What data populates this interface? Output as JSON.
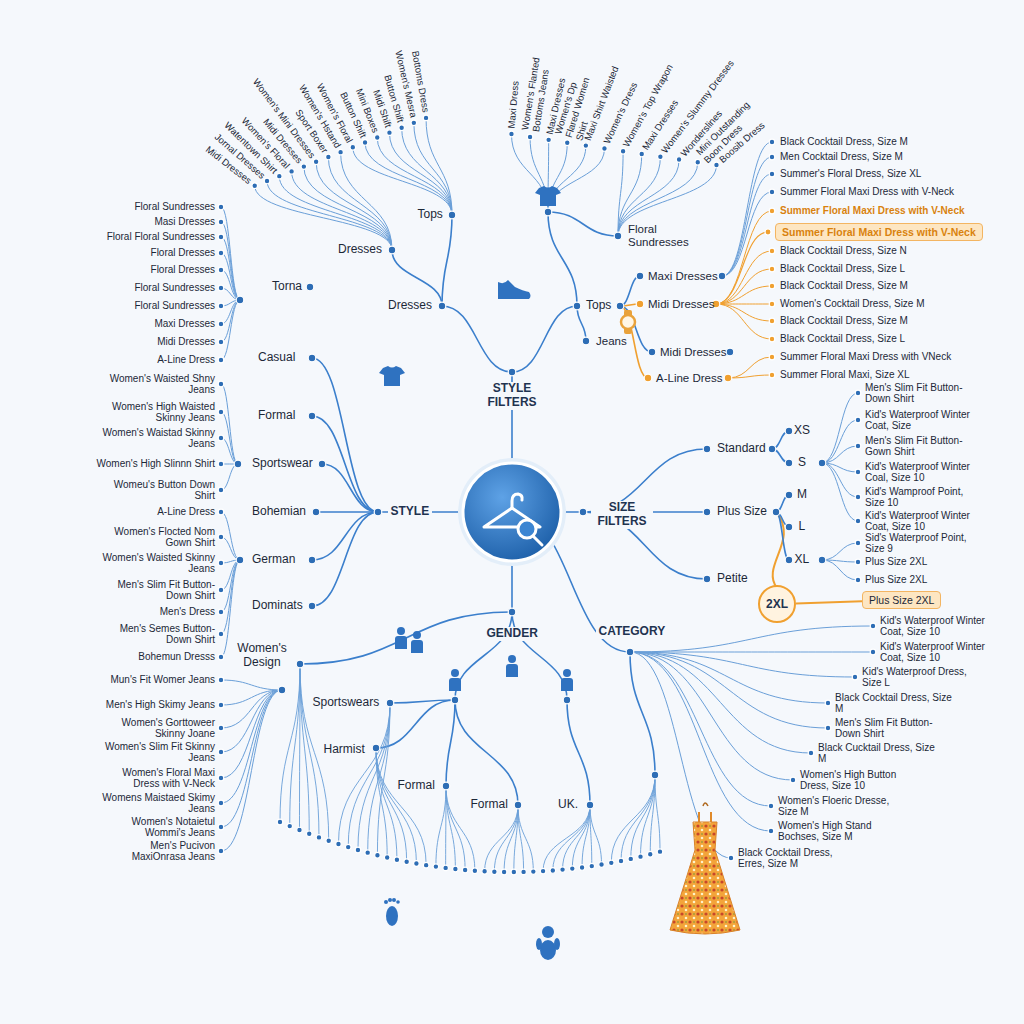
{
  "diagram": {
    "nodes": [
      {
        "text": [
          "Summer Floral Maxi Dress with V-Neck"
        ]
      },
      {
        "text": [
          "2XL"
        ]
      },
      {
        "text": [
          "Plus Size 2XL"
        ]
      }
    ],
    "edges": [
      {
        "from": 1,
        "to": 2,
        "arrow": "none"
      }
    ],
    "labels": [
      "Midi Dresses",
      "Jornal Dresses",
      "Watentown Shirt",
      "Women's Floral",
      "Midi Dresses",
      "Women's Mini Dresses",
      "Sport Boxer",
      "Women's Hstand",
      "Women's Floral",
      "Button Shift",
      "Mini Boxes",
      "Midi Shift",
      "Button Shift",
      "Women's Mesra",
      "Bottoms Dress",
      "Maxi Dress",
      "Women's Flanted Bottoms Jeans",
      "Maxi Dresses",
      "Women's Dp Flared Women Shirt",
      "Maxi Shirt Waisted",
      "Women's Dress",
      "Women's Top Wrapon",
      "Maxi Dresses",
      "Women's Slummy Dresses",
      "Wonderslines",
      "Mini Outstanding Boon Dress",
      "Boosib Dress",
      "Tops",
      "Dresses",
      "Torna",
      "Dresses",
      "Floral Sundresses",
      "Maxi Dresses",
      "Midi Dresses",
      "Tops",
      "Jeans",
      "Midi Dresses",
      "A-Line Dress",
      "STYLE FILTERS",
      "Casual",
      "Formal",
      "Sportswear",
      "Bohemian",
      "STYLE",
      "German",
      "Dominats",
      "SIZE FILTERS",
      "Standard",
      "Plus Size",
      "Petite",
      "XS",
      "S",
      "M",
      "L",
      "XL",
      "GENDER",
      "CATEGORY",
      "Women's Design",
      "Sportswears",
      "Harmist",
      "Formal",
      "Formal",
      "UK.",
      "Floral Sundresses",
      "Masi Dresses",
      "Floral Floral Sundresses",
      "Floral Dresses",
      "Floral Dresses",
      "Floral Sundresses",
      "Floral Sundresses",
      "Maxi Dresses",
      "Midi Dresses",
      "A-Line Dress",
      "Women's Waisted Shny Jeans",
      "Women's High Waisted Skinny Jeans",
      "Women's Waistad Skinny Jeans",
      "Women's High Slinnn Shirt",
      "Womeu's Button Down Shirt",
      "A-Line Dress",
      "Women's Flocted Nom Gown Shirt",
      "Women's Waisted Skinny Jeans",
      "Men's Slim Fit Button-Down Shirt",
      "Men's Dress",
      "Men's Semes Button-Down Shirt",
      "Bohemun Dresss",
      "Mun's Fit Womer Jeans",
      "Men's High Skimy Jeans",
      "Women's Gorttoweer Skinny Joane",
      "Women's Slim Fit Skinny Jeans",
      "Women's Floral Maxi Dress with V-Neck",
      "Womens Maistaed Skimy Jeans",
      "Women's Notaietul Wommi's Jeans",
      "Men's Pucivon MaxiOnrasa Jeans",
      "Black Cocktail Dress, Size M",
      "Men Cocktail Dress, Size M",
      "Summer's Floral Dress, Size XL",
      "Summer Floral Maxi Dress with V-Neck",
      "Summer Floral Maxi Dress with V-Neck",
      "Black Cocktail Dress, Size N",
      "Black Cocktail Dress, Size L",
      "Black Cocktail Dress, Size M",
      "Women's Cocktail Dress, Size M",
      "Black Cocktail Dress, Size M",
      "Black Cocktail Dress, Size L",
      "Summer Floral Maxi Dress with VNeck",
      "Summer Floral Maxi, Size XL",
      "Men's Slim Fit Button-Down Shirt",
      "Kid's Waterproof Winter Coat, Size",
      "Men's Slim Fit Button-Gown Shirt",
      "Kid's Waterproof Winter Coal, Size 10",
      "Kid's Wamproof Point, Size 10",
      "Kid's Waterproof Winter Coat, Size 10",
      "Sid's Waterproof Point, Size 9",
      "Plus Size 2XL",
      "Plus Size 2XL",
      "Kid's Waterproof Winter Coat, Size 10",
      "Kid's Waterproof Winter Coat, Size 10",
      "Kid's Waterproof Dress, Size L",
      "Black Cocktail Dress, Size M",
      "Men's Slim Fit Button-Down Shirt",
      "Black Cucktail Dress, Size M",
      "Women's High Button Dress, Size 10",
      "Women's Floeric Dresse, Size M",
      "Women's High Stand Bochses, Size M",
      "Black Cocktail Dress, Erres, Size M"
    ]
  }
}
